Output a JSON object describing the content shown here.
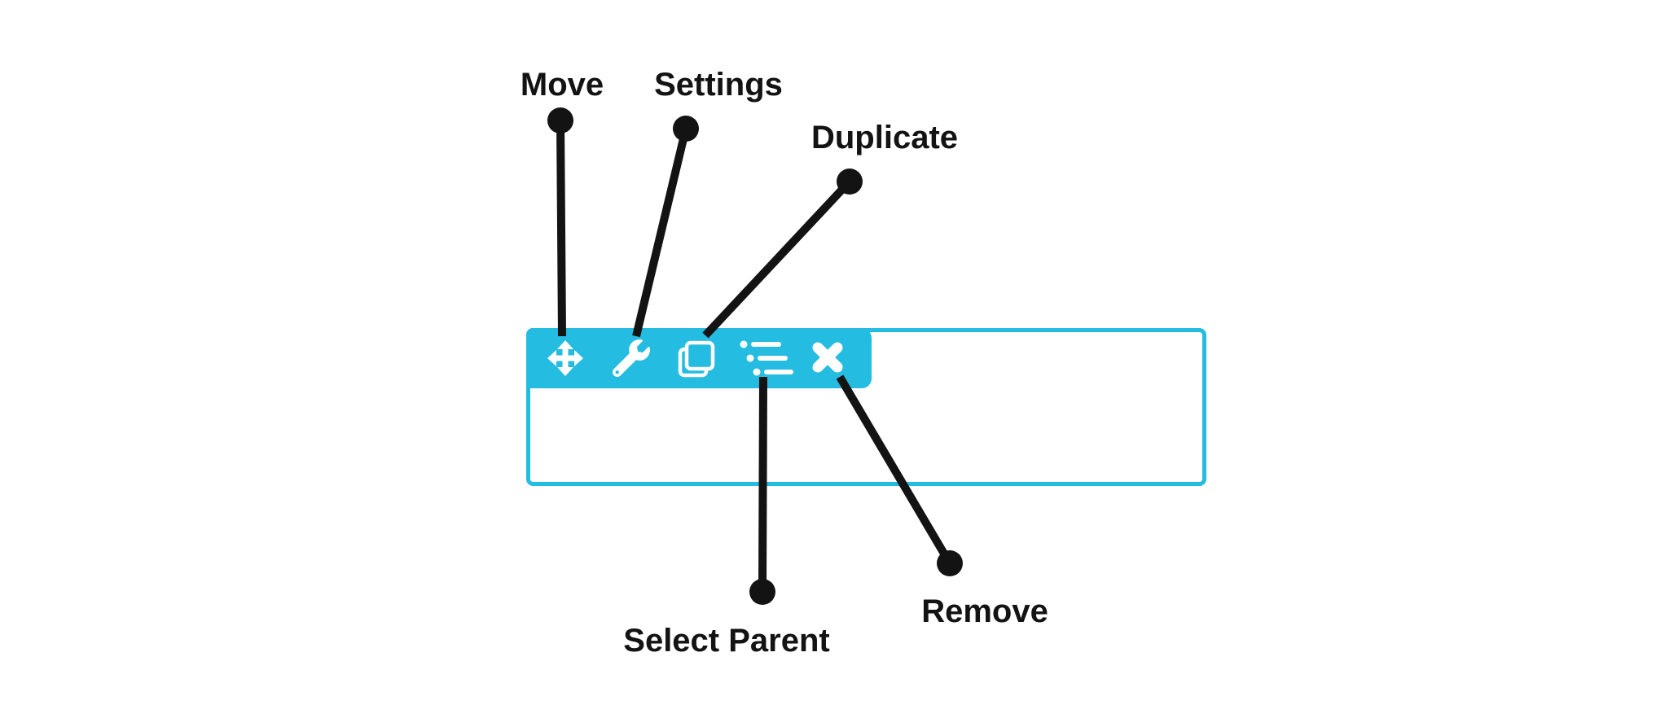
{
  "colors": {
    "accent": "#24bce0",
    "ink": "#131313",
    "canvas": "#ffffff",
    "icon_on_accent": "#ffffff"
  },
  "toolbar": {
    "buttons": [
      {
        "label": "Move",
        "icon": "move-icon"
      },
      {
        "label": "Settings",
        "icon": "wrench-icon"
      },
      {
        "label": "Duplicate",
        "icon": "duplicate-icon"
      },
      {
        "label": "Select Parent",
        "icon": "list-hierarchy-icon"
      },
      {
        "label": "Remove",
        "icon": "x-icon"
      }
    ]
  }
}
